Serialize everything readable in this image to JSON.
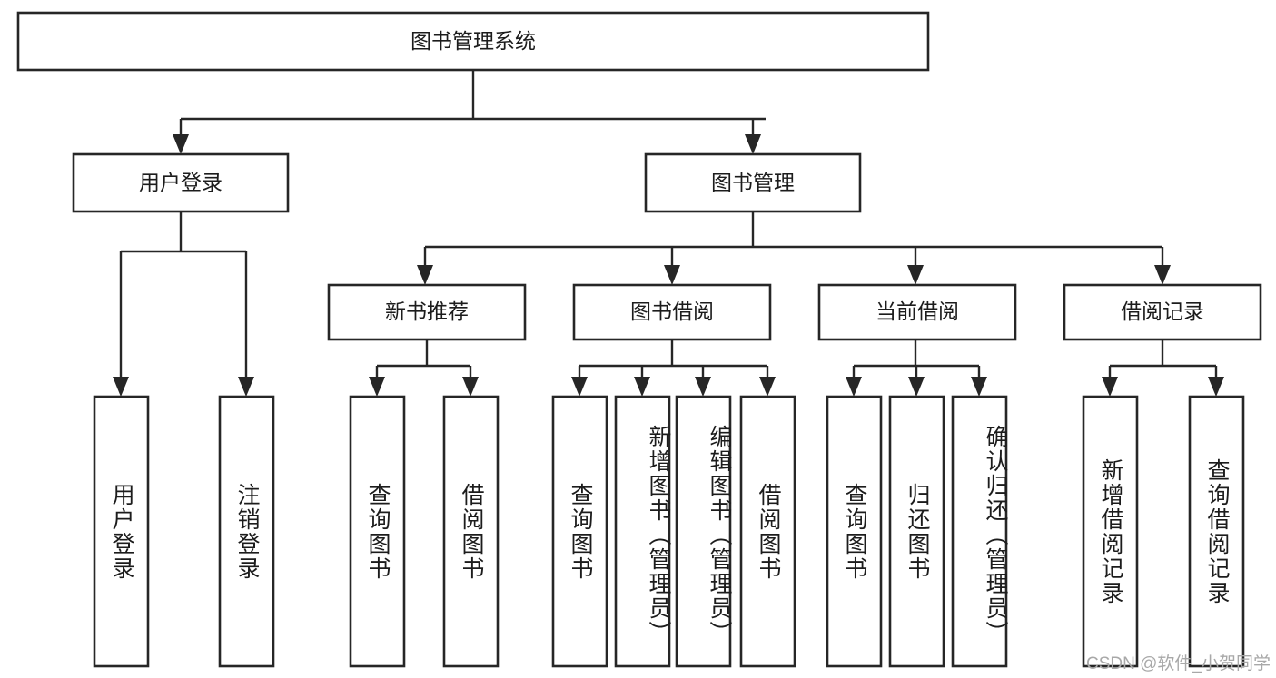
{
  "diagram": {
    "title": "图书管理系统",
    "type": "hierarchy-tree",
    "colors": {
      "box_stroke": "#262626",
      "box_fill": "#ffffff",
      "connector": "#262626",
      "text": "#1c1c1c",
      "watermark": "#a8a8a8",
      "background": "#ffffff"
    },
    "root": {
      "id": "root",
      "label": "图书管理系统"
    },
    "level2": [
      {
        "id": "user-login",
        "label": "用户登录"
      },
      {
        "id": "book-management",
        "label": "图书管理"
      }
    ],
    "level3": [
      {
        "id": "new-book-recommend",
        "label": "新书推荐",
        "parent": "book-management"
      },
      {
        "id": "book-borrow",
        "label": "图书借阅",
        "parent": "book-management"
      },
      {
        "id": "current-borrow",
        "label": "当前借阅",
        "parent": "book-management"
      },
      {
        "id": "borrow-record",
        "label": "借阅记录",
        "parent": "book-management"
      }
    ],
    "leaves": [
      {
        "id": "leaf-user-login",
        "label": "用户登录",
        "parent": "user-login"
      },
      {
        "id": "leaf-logout-login",
        "label": "注销登录",
        "parent": "user-login"
      },
      {
        "id": "leaf-query-book-1",
        "label": "查询图书",
        "parent": "new-book-recommend"
      },
      {
        "id": "leaf-borrow-book-1",
        "label": "借阅图书",
        "parent": "new-book-recommend"
      },
      {
        "id": "leaf-query-book-2",
        "label": "查询图书",
        "parent": "book-borrow"
      },
      {
        "id": "leaf-add-book",
        "label": "新增图书（管理员）",
        "parent": "book-borrow"
      },
      {
        "id": "leaf-edit-book",
        "label": "编辑图书（管理员）",
        "parent": "book-borrow"
      },
      {
        "id": "leaf-borrow-book-2",
        "label": "借阅图书",
        "parent": "book-borrow"
      },
      {
        "id": "leaf-query-book-3",
        "label": "查询图书",
        "parent": "current-borrow"
      },
      {
        "id": "leaf-return-book",
        "label": "归还图书",
        "parent": "current-borrow"
      },
      {
        "id": "leaf-confirm-return",
        "label": "确认归还（管理员）",
        "parent": "current-borrow"
      },
      {
        "id": "leaf-add-record",
        "label": "新增借阅记录",
        "parent": "borrow-record"
      },
      {
        "id": "leaf-query-record",
        "label": "查询借阅记录",
        "parent": "borrow-record"
      }
    ]
  },
  "watermark": {
    "text": "CSDN @软件_小贺同学"
  }
}
